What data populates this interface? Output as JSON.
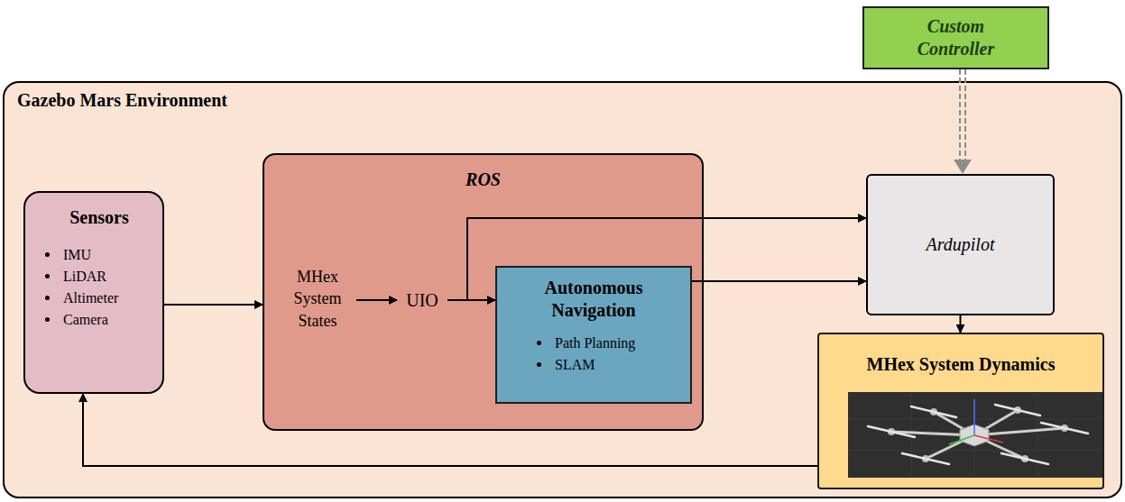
{
  "diagram": {
    "nodes": [
      {
        "text": [
          "Gazebo Mars Environment"
        ]
      },
      {
        "text": [
          "Custom Controller"
        ]
      },
      {
        "text": [
          "Sensors",
          "IMU",
          "LiDAR",
          "Altimeter",
          "Camera"
        ],
        "in": 0
      },
      {
        "text": [
          "ROS"
        ],
        "in": 0
      },
      {
        "text": [
          "MHex System States"
        ],
        "in": 3
      },
      {
        "text": [
          "UIO"
        ],
        "in": 3
      },
      {
        "text": [
          "Autonomous Navigation",
          "Path Planning",
          "SLAM"
        ],
        "in": 3
      },
      {
        "text": [
          "Ardupilot"
        ],
        "in": 0
      },
      {
        "text": [
          "MHex System Dynamics"
        ],
        "in": 0
      }
    ],
    "edges": [
      {
        "from": 2,
        "to": 3,
        "arrow": "to"
      },
      {
        "from": 4,
        "to": 5,
        "arrow": "to"
      },
      {
        "from": 5,
        "to": 7,
        "arrow": "to"
      },
      {
        "from": 5,
        "to": 6,
        "arrow": "to"
      },
      {
        "from": 6,
        "to": 7,
        "arrow": "to"
      },
      {
        "from": 1,
        "to": 7,
        "arrow": "to"
      },
      {
        "from": 7,
        "to": 8,
        "arrow": "to"
      },
      {
        "from": 8,
        "to": 2,
        "arrow": "to"
      }
    ]
  }
}
